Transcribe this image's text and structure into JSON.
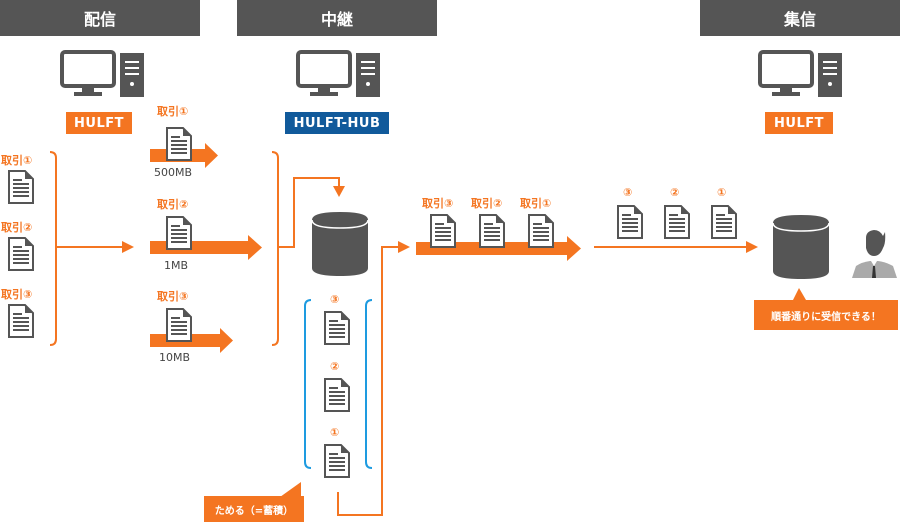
{
  "headers": {
    "send": "配信",
    "relay": "中継",
    "receive": "集信"
  },
  "badges": {
    "send": "HULFT",
    "relay": "HULFT-HUB",
    "receive": "HULFT"
  },
  "source_docs": [
    {
      "label": "取引①"
    },
    {
      "label": "取引②"
    },
    {
      "label": "取引③"
    }
  ],
  "transfers": [
    {
      "label": "取引①",
      "size": "500MB"
    },
    {
      "label": "取引②",
      "size": "1MB"
    },
    {
      "label": "取引③",
      "size": "10MB"
    }
  ],
  "stored": [
    "③",
    "②",
    "①"
  ],
  "outbound": [
    "取引③",
    "取引②",
    "取引①"
  ],
  "received": [
    "③",
    "②",
    "①"
  ],
  "callouts": {
    "store": "ためる（=蓄積）",
    "in_order": "順番通りに受信できる！"
  },
  "colors": {
    "orange": "#f47521",
    "blue": "#1e9be0",
    "dark": "#555555",
    "hub_blue": "#115a9b"
  }
}
